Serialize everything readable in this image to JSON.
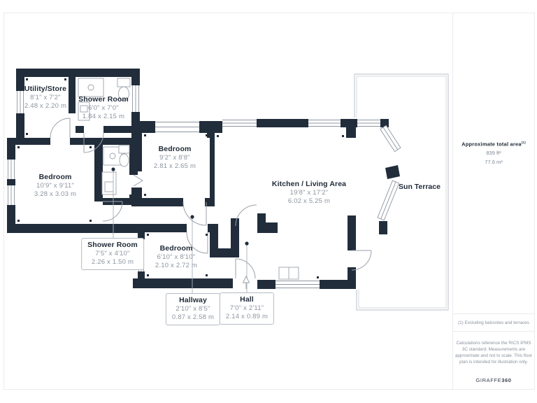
{
  "plan": {
    "rooms": {
      "utility": {
        "name": "Utility/Store",
        "imperial": "8'1\" x 7'2\"",
        "metric": "2.48 x 2.20 m"
      },
      "shower_top": {
        "name": "Shower Room",
        "imperial": "6'0\" x 7'0\"",
        "metric": "1.84 x 2.15 m"
      },
      "bedroom_left": {
        "name": "Bedroom",
        "imperial": "10'9\" x 9'11\"",
        "metric": "3.28 x 3.03 m"
      },
      "bedroom_mid": {
        "name": "Bedroom",
        "imperial": "9'2\" x 8'8\"",
        "metric": "2.81 x 2.65 m"
      },
      "kitchen": {
        "name": "Kitchen / Living Area",
        "imperial": "19'8\" x 17'2\"",
        "metric": "6.02 x 5.25 m"
      },
      "terrace": {
        "name": "Sun Terrace"
      },
      "shower_bottom": {
        "name": "Shower Room",
        "imperial": "7'5\" x 4'10\"",
        "metric": "2.26 x 1.50 m"
      },
      "bedroom_bottom": {
        "name": "Bedroom",
        "imperial": "6'10\" x 8'10\"",
        "metric": "2.10 x 2.72 m"
      },
      "hallway": {
        "name": "Hallway",
        "imperial": "2'10\" x 8'5\"",
        "metric": "0.87 x 2.58 m"
      },
      "hall": {
        "name": "Hall",
        "imperial": "7'0\" x 2'11\"",
        "metric": "2.14 x 0.89 m"
      }
    },
    "colors": {
      "wall": "#212D3B",
      "text_dark": "#1F2A37",
      "text_gray": "#8D95A0",
      "thin_line": "#9AA2AB",
      "frame": "#ECECEC"
    }
  },
  "sidebar": {
    "total_area_label": "Approximate total area",
    "total_area_superscript": "(1)",
    "area_ft": "839 ft²",
    "area_m": "77.6 m²",
    "footnote": "(1) Excluding balconies and terraces",
    "disclaimer": "Calculations reference the RICS IPMS 3C standard. Measurements are approximate and not to scale. This floor plan is intended for illustration only.",
    "brand_name": "GIRAFFE",
    "brand_suffix": "360"
  }
}
